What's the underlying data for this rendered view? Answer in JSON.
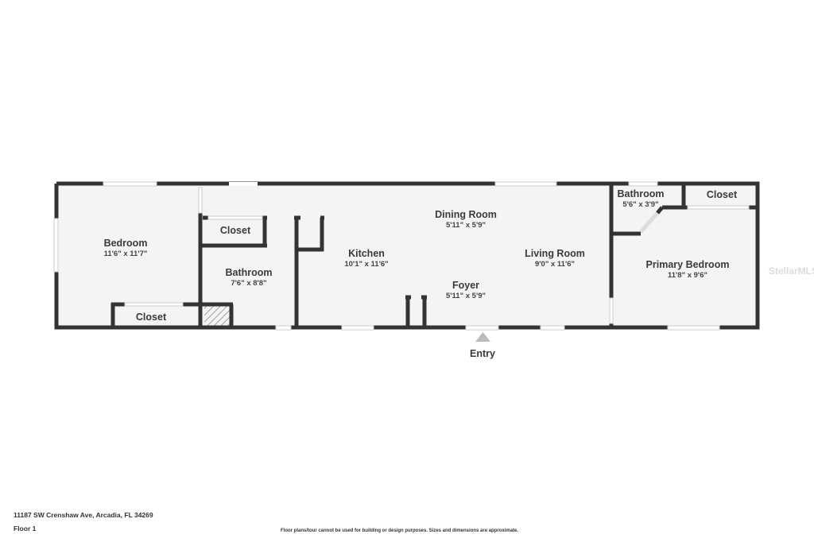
{
  "floor_plan": {
    "rooms": [
      {
        "name": "Bedroom",
        "dims": "11'6\" x 11'7\""
      },
      {
        "name": "Closet",
        "dims": ""
      },
      {
        "name": "Bathroom",
        "dims": "7'6\" x 8'8\""
      },
      {
        "name": "Closet",
        "dims": ""
      },
      {
        "name": "Kitchen",
        "dims": "10'1\" x 11'6\""
      },
      {
        "name": "Dining Room",
        "dims": "5'11\" x 5'9\""
      },
      {
        "name": "Foyer",
        "dims": "5'11\" x 5'9\""
      },
      {
        "name": "Living Room",
        "dims": "9'0\" x 11'6\""
      },
      {
        "name": "Bathroom",
        "dims": "5'6\" x 3'9\""
      },
      {
        "name": "Closet",
        "dims": ""
      },
      {
        "name": "Primary Bedroom",
        "dims": "11'8\" x 9'6\""
      }
    ],
    "entry_label": "Entry",
    "wall_color": "#333333",
    "floor_color": "#f4f4f4"
  },
  "footer": {
    "address": "11187 SW Crenshaw Ave, Arcadia, FL 34269",
    "floor": "Floor 1",
    "disclaimer": "Floor plans/tour cannot be used for building or design purposes. Sizes and dimensions are approximate.",
    "watermark": "StellarMLS"
  }
}
